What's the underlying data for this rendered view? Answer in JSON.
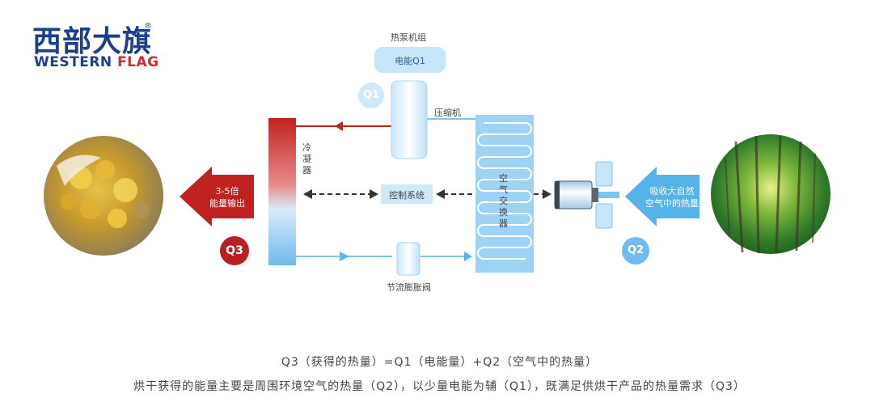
{
  "logo": {
    "cn": "西部大旗",
    "reg": "®",
    "en_part1": "WESTERN ",
    "en_part2": "FLAG",
    "color_blue": "#1a3f8f",
    "color_red": "#d42a2a"
  },
  "diagram": {
    "heat_pump_unit": "热泵机组",
    "electric_energy": "电能Q1",
    "q1_badge": "Q1",
    "compressor": "压缩机",
    "condenser": "冷凝器",
    "control_system": "控制系统",
    "air_exchanger": "空气交换器",
    "expansion_valve": "节流膨胀阀",
    "output_line1": "3-5倍",
    "output_line2": "能量输出",
    "q3_badge": "Q3",
    "absorb_line1": "吸收大自然",
    "absorb_line2": "空气中的热量",
    "q2_badge": "Q2"
  },
  "footer": {
    "formula": "Q3（获得的热量）=Q1（电能量）+Q2（空气中的热量）",
    "description": "烘干获得的能量主要是周围环境空气的热量（Q2），以少量电能为辅（Q1），既满足供烘干产品的热量需求（Q3）"
  }
}
